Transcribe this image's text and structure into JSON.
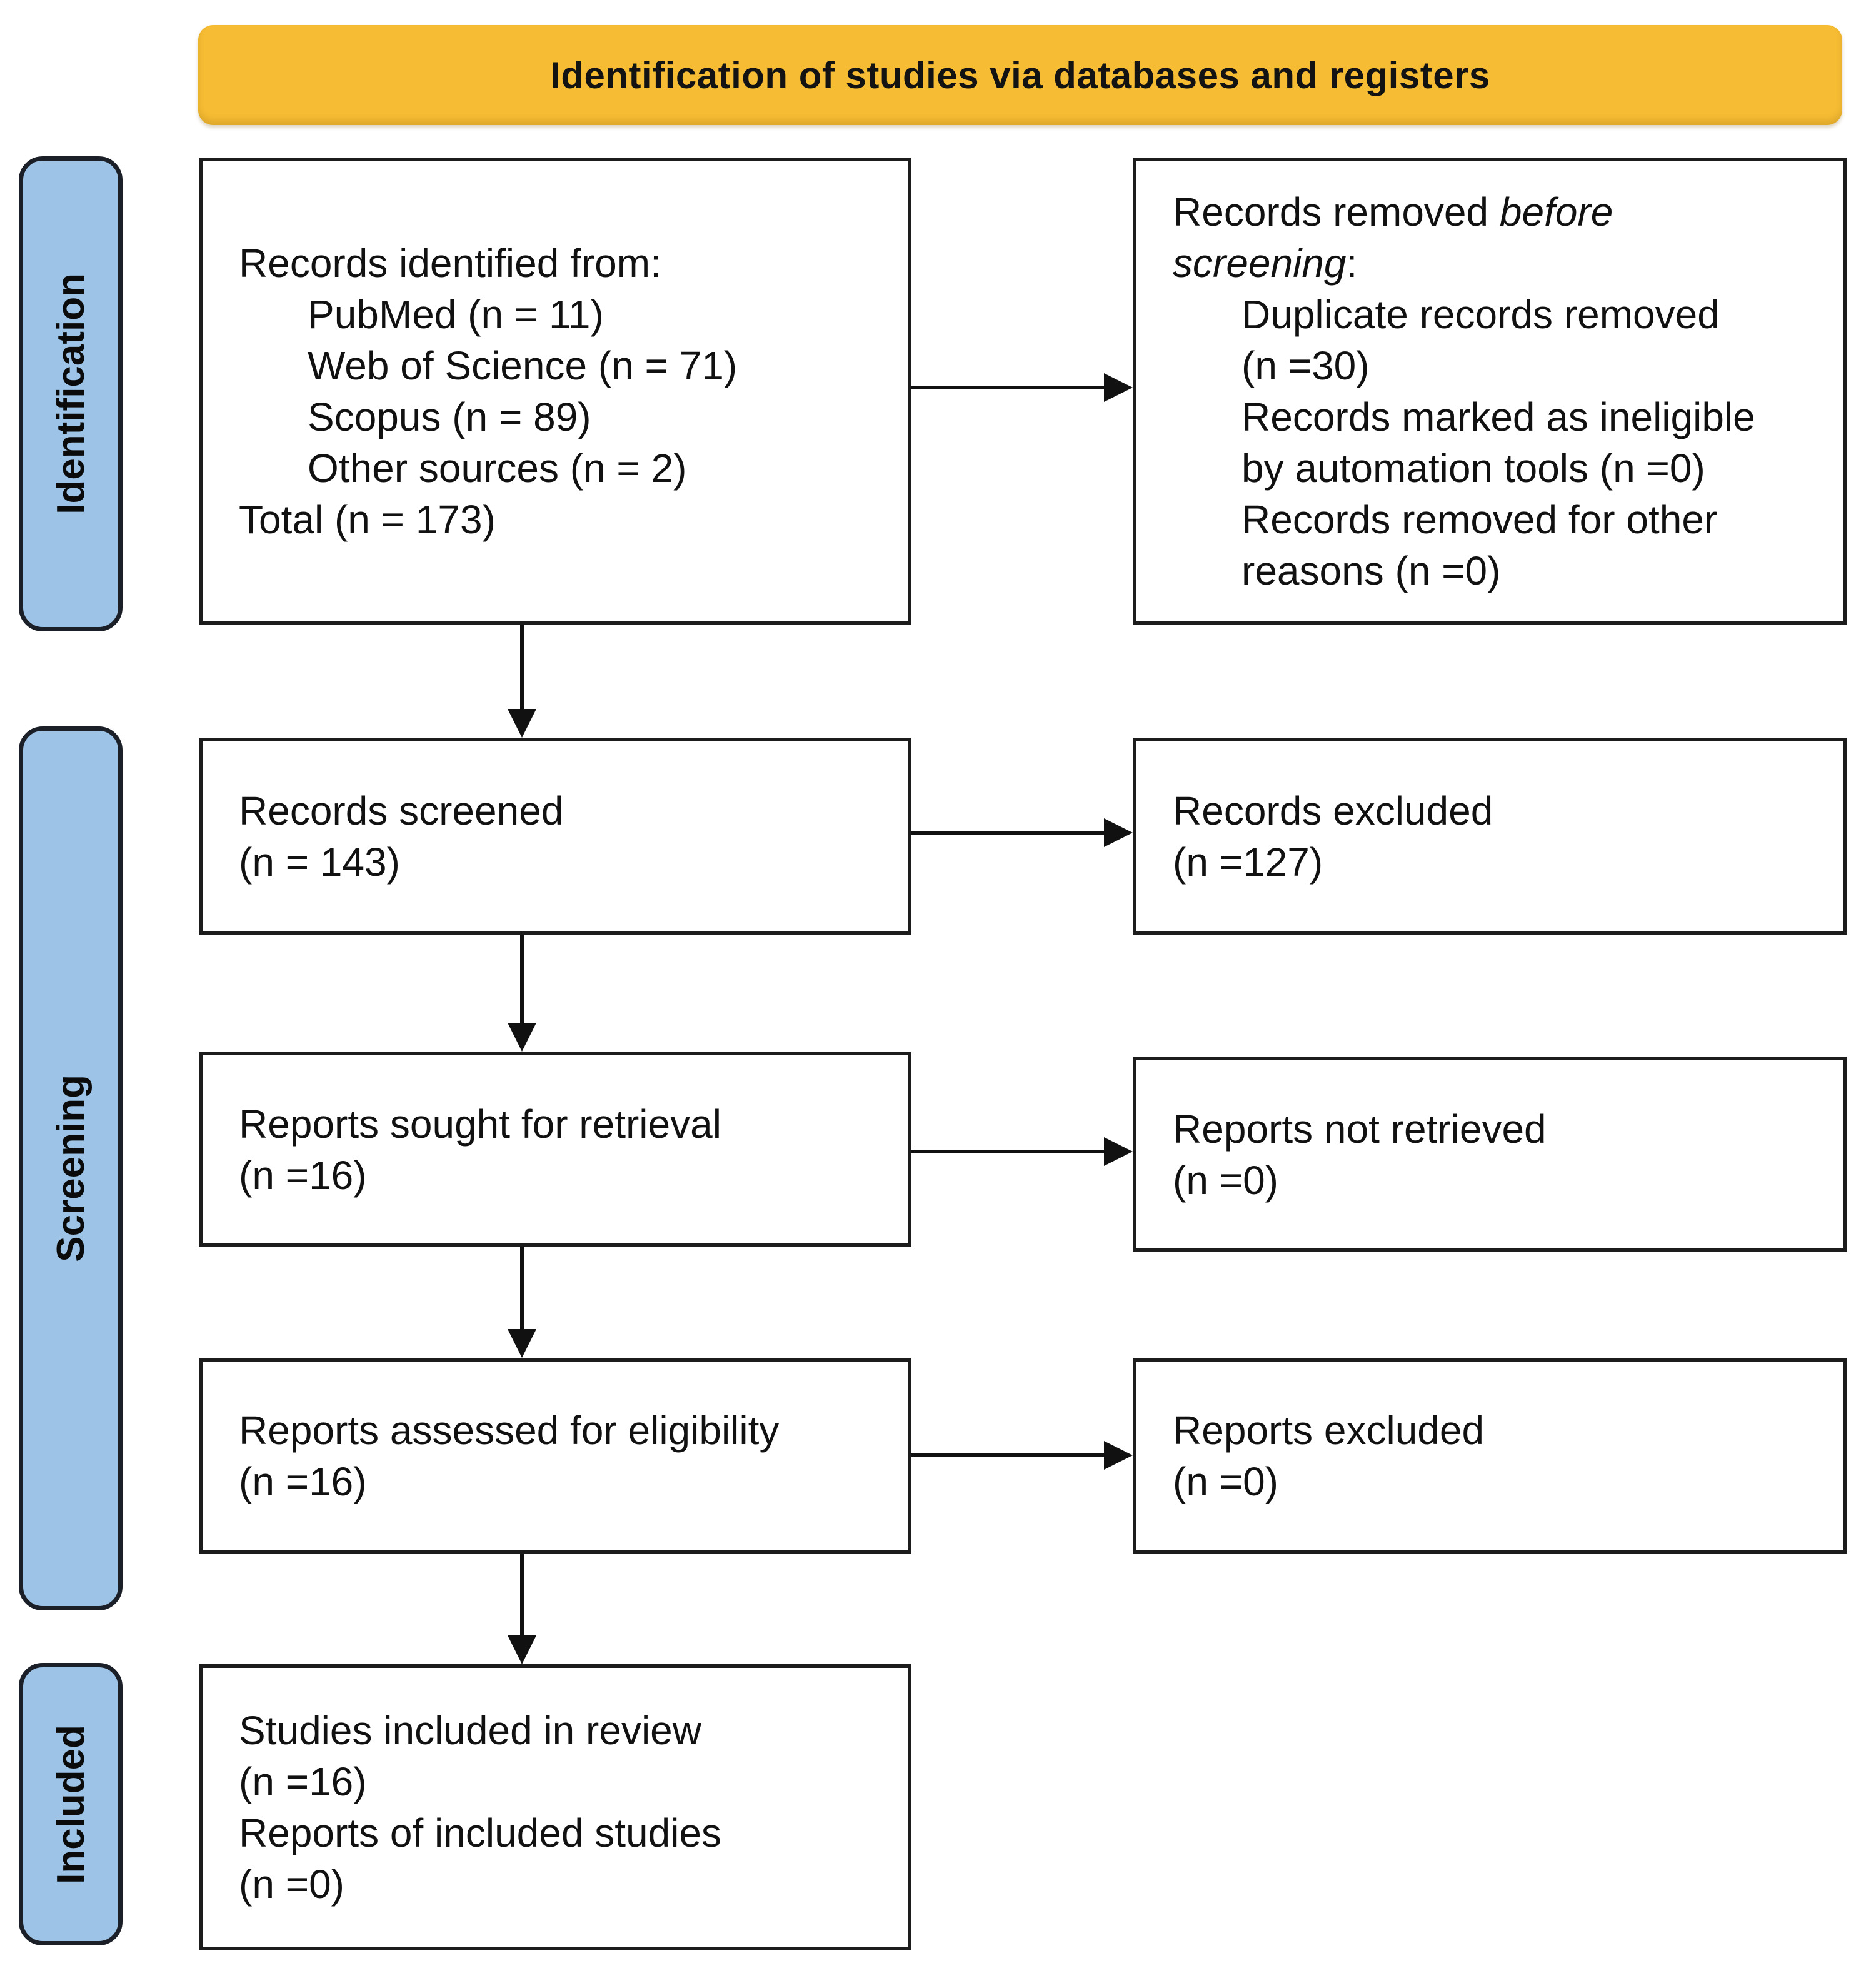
{
  "banner": {
    "title": "Identification of studies via databases and registers"
  },
  "stages": [
    {
      "label": "Identification"
    },
    {
      "label": "Screening"
    },
    {
      "label": "Included"
    }
  ],
  "boxes": {
    "records_identified": {
      "lines": [
        {
          "indent": 0,
          "segs": [
            {
              "t": "Records identified from:"
            }
          ]
        },
        {
          "indent": 1,
          "segs": [
            {
              "t": "PubMed (n = 11)"
            }
          ]
        },
        {
          "indent": 1,
          "segs": [
            {
              "t": "Web of Science (n = 71)"
            }
          ]
        },
        {
          "indent": 1,
          "segs": [
            {
              "t": "Scopus (n = 89)"
            }
          ]
        },
        {
          "indent": 1,
          "segs": [
            {
              "t": "Other sources (n = 2)"
            }
          ]
        },
        {
          "indent": 0,
          "segs": [
            {
              "t": "Total (n = 173)"
            }
          ]
        }
      ]
    },
    "records_removed": {
      "lines": [
        {
          "indent": 0,
          "segs": [
            {
              "t": "Records removed "
            },
            {
              "t": "before",
              "i": true
            }
          ]
        },
        {
          "indent": 0,
          "segs": [
            {
              "t": "screening",
              "i": true
            },
            {
              "t": ":"
            }
          ]
        },
        {
          "indent": 1,
          "segs": [
            {
              "t": "Duplicate records removed"
            }
          ]
        },
        {
          "indent": 1,
          "segs": [
            {
              "t": "(n =30)"
            }
          ]
        },
        {
          "indent": 1,
          "segs": [
            {
              "t": "Records marked as ineligible"
            }
          ]
        },
        {
          "indent": 1,
          "segs": [
            {
              "t": "by automation tools (n =0)"
            }
          ]
        },
        {
          "indent": 1,
          "segs": [
            {
              "t": "Records removed for other"
            }
          ]
        },
        {
          "indent": 1,
          "segs": [
            {
              "t": "reasons (n =0)"
            }
          ]
        }
      ]
    },
    "records_screened": {
      "lines": [
        {
          "indent": 0,
          "segs": [
            {
              "t": "Records screened"
            }
          ]
        },
        {
          "indent": 0,
          "segs": [
            {
              "t": "(n = 143)"
            }
          ]
        }
      ]
    },
    "records_excluded": {
      "lines": [
        {
          "indent": 0,
          "segs": [
            {
              "t": "Records excluded"
            }
          ]
        },
        {
          "indent": 0,
          "segs": [
            {
              "t": "(n =127)"
            }
          ]
        }
      ]
    },
    "reports_sought": {
      "lines": [
        {
          "indent": 0,
          "segs": [
            {
              "t": "Reports sought for retrieval"
            }
          ]
        },
        {
          "indent": 0,
          "segs": [
            {
              "t": "(n =16)"
            }
          ]
        }
      ]
    },
    "reports_not_retrieved": {
      "lines": [
        {
          "indent": 0,
          "segs": [
            {
              "t": "Reports not retrieved"
            }
          ]
        },
        {
          "indent": 0,
          "segs": [
            {
              "t": "(n =0)"
            }
          ]
        }
      ]
    },
    "reports_assessed": {
      "lines": [
        {
          "indent": 0,
          "segs": [
            {
              "t": "Reports assessed for eligibility"
            }
          ]
        },
        {
          "indent": 0,
          "segs": [
            {
              "t": "(n =16)"
            }
          ]
        }
      ]
    },
    "reports_excluded": {
      "lines": [
        {
          "indent": 0,
          "segs": [
            {
              "t": "Reports excluded"
            }
          ]
        },
        {
          "indent": 0,
          "segs": [
            {
              "t": "(n =0)"
            }
          ]
        }
      ]
    },
    "studies_included": {
      "lines": [
        {
          "indent": 0,
          "segs": [
            {
              "t": "Studies included in review"
            }
          ]
        },
        {
          "indent": 0,
          "segs": [
            {
              "t": "(n =16)"
            }
          ]
        },
        {
          "indent": 0,
          "segs": [
            {
              "t": "Reports of included studies"
            }
          ]
        },
        {
          "indent": 0,
          "segs": [
            {
              "t": "(n =0)"
            }
          ]
        }
      ]
    }
  },
  "colors": {
    "banner_fill": "#F6BC33",
    "stage_fill": "#9DC3E6",
    "stage_border": "#1b1f27",
    "box_border": "#1c1c1c",
    "arrow": "#111111",
    "text": "#111111"
  }
}
